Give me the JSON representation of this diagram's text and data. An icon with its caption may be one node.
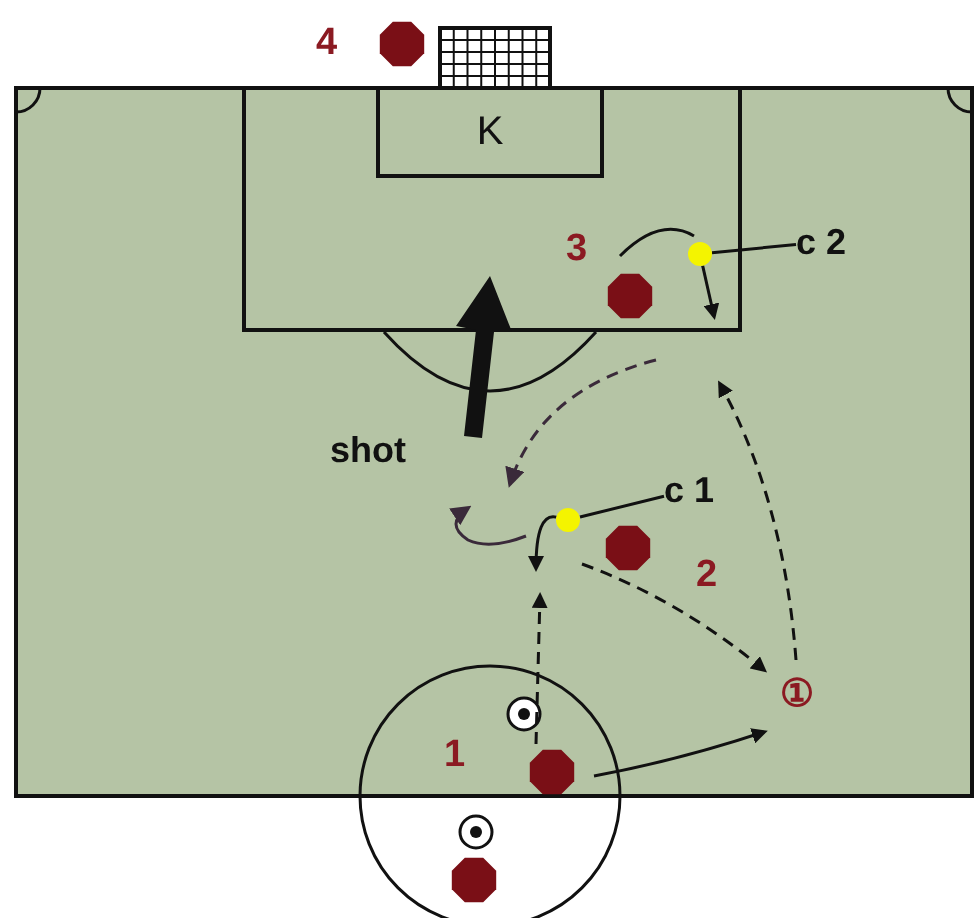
{
  "diagram": {
    "nodes": [
      {
        "text": [
          "K"
        ]
      },
      {
        "text": [
          "c 2"
        ]
      },
      {
        "text": [],
        "shape": "circle"
      },
      {
        "text": [
          "c 1"
        ]
      },
      {
        "text": [],
        "shape": "circle"
      }
    ],
    "edges": [
      {
        "from": 1,
        "to": 2,
        "arrow": "none"
      },
      {
        "from": 3,
        "to": 4,
        "arrow": "none"
      },
      {
        "from": 2,
        "to": null,
        "arrow": "to"
      },
      {
        "from": 4,
        "to": null,
        "arrow": "to"
      }
    ],
    "labels": [
      "4",
      "3",
      "shot",
      "2",
      "①",
      "1"
    ]
  }
}
